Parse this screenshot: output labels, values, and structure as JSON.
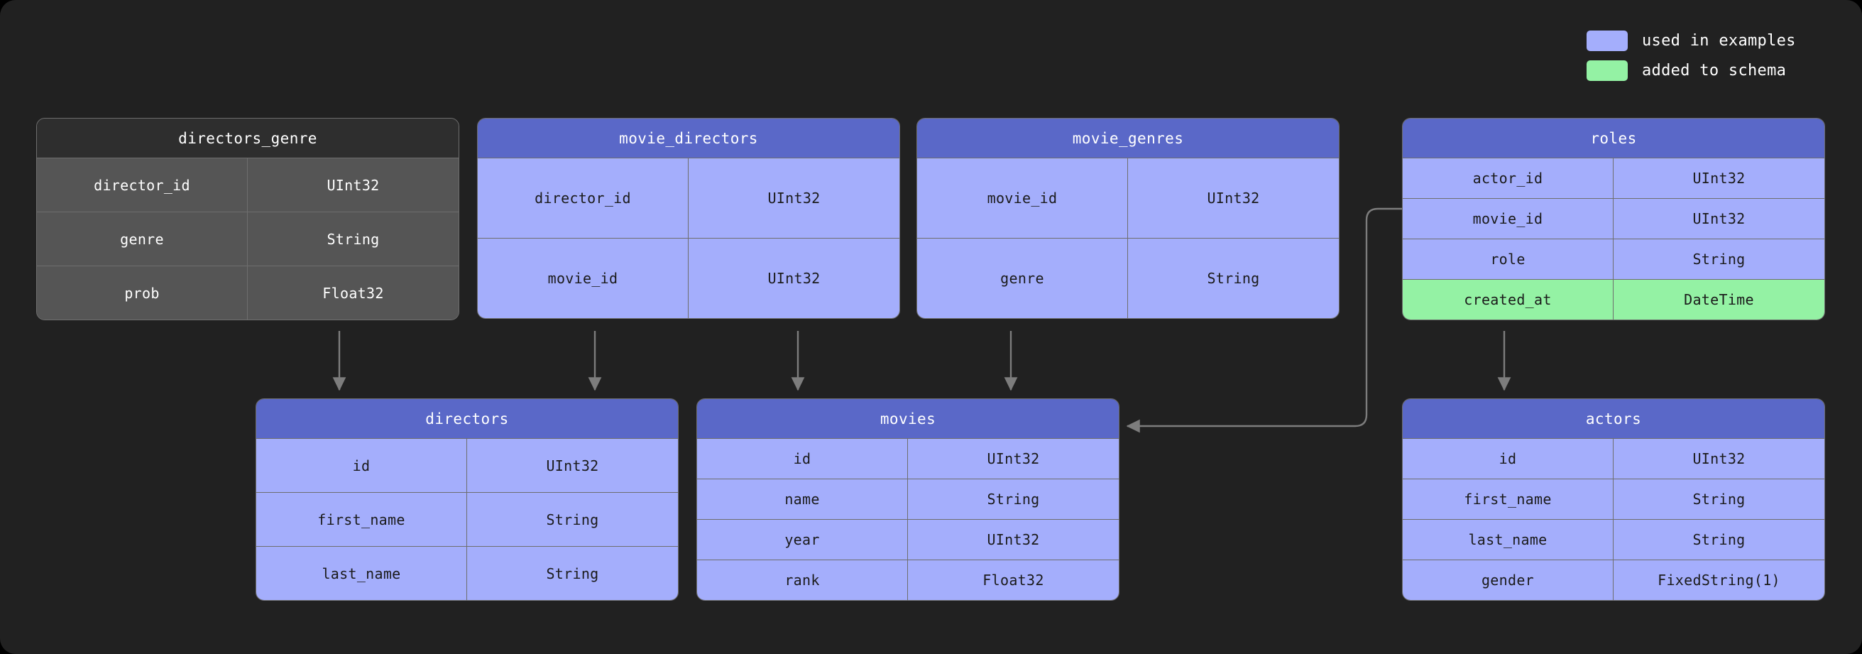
{
  "legend": {
    "items": [
      {
        "label": "used in examples",
        "color": "#a4aefc",
        "swatch_name": "legend-swatch-used-in-examples"
      },
      {
        "label": "added to schema",
        "color": "#94f2a4",
        "swatch_name": "legend-swatch-added-to-schema"
      }
    ]
  },
  "diagram": {
    "type": "database-schema-erd",
    "tables": [
      {
        "name": "directors_genre",
        "highlight": "none",
        "columns": [
          {
            "name": "director_id",
            "type": "UInt32",
            "state": "normal"
          },
          {
            "name": "genre",
            "type": "String",
            "state": "normal"
          },
          {
            "name": "prob",
            "type": "Float32",
            "state": "normal"
          }
        ]
      },
      {
        "name": "movie_directors",
        "highlight": "used",
        "columns": [
          {
            "name": "director_id",
            "type": "UInt32",
            "state": "normal"
          },
          {
            "name": "movie_id",
            "type": "UInt32",
            "state": "normal"
          }
        ]
      },
      {
        "name": "movie_genres",
        "highlight": "used",
        "columns": [
          {
            "name": "movie_id",
            "type": "UInt32",
            "state": "normal"
          },
          {
            "name": "genre",
            "type": "String",
            "state": "normal"
          }
        ]
      },
      {
        "name": "roles",
        "highlight": "used",
        "columns": [
          {
            "name": "actor_id",
            "type": "UInt32",
            "state": "normal"
          },
          {
            "name": "movie_id",
            "type": "UInt32",
            "state": "normal"
          },
          {
            "name": "role",
            "type": "String",
            "state": "normal"
          },
          {
            "name": "created_at",
            "type": "DateTime",
            "state": "added"
          }
        ]
      },
      {
        "name": "directors",
        "highlight": "used",
        "columns": [
          {
            "name": "id",
            "type": "UInt32",
            "state": "normal"
          },
          {
            "name": "first_name",
            "type": "String",
            "state": "normal"
          },
          {
            "name": "last_name",
            "type": "String",
            "state": "normal"
          }
        ]
      },
      {
        "name": "movies",
        "highlight": "used",
        "columns": [
          {
            "name": "id",
            "type": "UInt32",
            "state": "normal"
          },
          {
            "name": "name",
            "type": "String",
            "state": "normal"
          },
          {
            "name": "year",
            "type": "UInt32",
            "state": "normal"
          },
          {
            "name": "rank",
            "type": "Float32",
            "state": "normal"
          }
        ]
      },
      {
        "name": "actors",
        "highlight": "used",
        "columns": [
          {
            "name": "id",
            "type": "UInt32",
            "state": "normal"
          },
          {
            "name": "first_name",
            "type": "String",
            "state": "normal"
          },
          {
            "name": "last_name",
            "type": "String",
            "state": "normal"
          },
          {
            "name": "gender",
            "type": "FixedString(1)",
            "state": "normal"
          }
        ]
      }
    ],
    "relationships": [
      {
        "from": "directors_genre",
        "to": "directors"
      },
      {
        "from": "movie_directors",
        "to": "directors"
      },
      {
        "from": "movie_directors",
        "to": "movies"
      },
      {
        "from": "movie_genres",
        "to": "movies"
      },
      {
        "from": "roles",
        "to": "movies"
      },
      {
        "from": "roles",
        "to": "actors"
      }
    ]
  }
}
